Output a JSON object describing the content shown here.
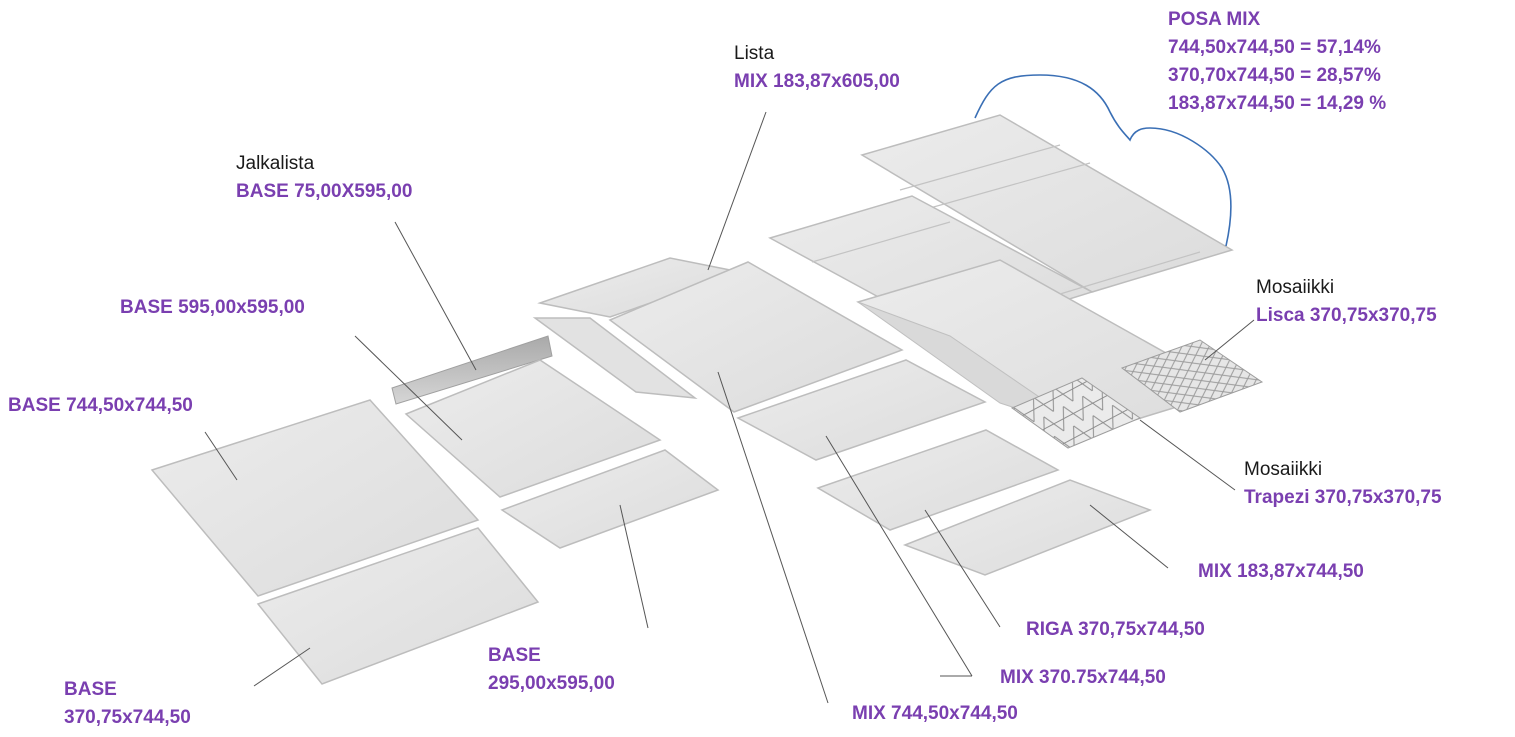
{
  "colors": {
    "label_code": "#7a3fb0",
    "label_name": "#1a1a1a",
    "tile_face": "#e4e4e4",
    "tile_edge": "#bdbdbd",
    "leader_line": "#555555",
    "bracket": "#3a6fb5"
  },
  "labels": {
    "posa_mix": {
      "title": "POSA MIX",
      "line1": "744,50x744,50 = 57,14%",
      "line2": "370,70x744,50 = 28,57%",
      "line3": "183,87x744,50 = 14,29 %"
    },
    "lista": {
      "name": "Lista",
      "code": "MIX 183,87x605,00"
    },
    "jalkalista": {
      "name": "Jalkalista",
      "code": "BASE 75,00X595,00"
    },
    "base_595": {
      "code": "BASE 595,00x595,00"
    },
    "base_744": {
      "code": "BASE 744,50x744,50"
    },
    "mosaiikki_lisca": {
      "name": "Mosaiikki",
      "code": "Lisca 370,75x370,75"
    },
    "mosaiikki_trapezi": {
      "name": "Mosaiikki",
      "code": "Trapezi 370,75x370,75"
    },
    "mix_183": {
      "code": "MIX 183,87x744,50"
    },
    "riga": {
      "code": "RIGA 370,75x744,50"
    },
    "mix_370": {
      "code": "MIX 370.75x744,50"
    },
    "mix_744": {
      "code": "MIX 744,50x744,50"
    },
    "base_295": {
      "line1": "BASE",
      "line2": "295,00x595,00"
    },
    "base_370": {
      "line1": "BASE",
      "line2": "370,75x744,50"
    }
  }
}
